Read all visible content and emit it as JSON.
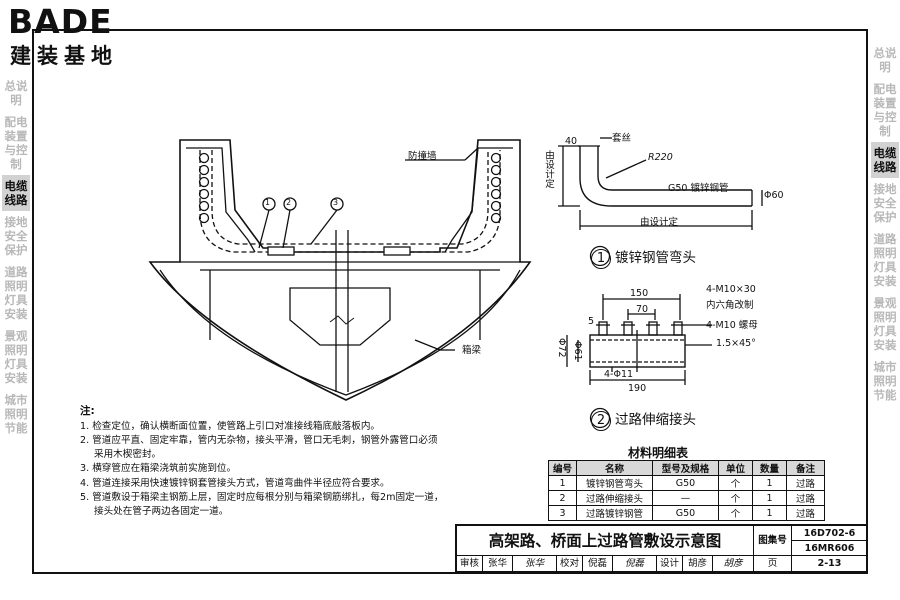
{
  "logo": {
    "brand": "BADE",
    "tagline": "建装基地"
  },
  "sidebar_left": [
    {
      "label": "总说明",
      "active": false
    },
    {
      "label": "配电装置与控制",
      "active": false
    },
    {
      "label": "电缆线路",
      "active": true
    },
    {
      "label": "接地安全保护",
      "active": false
    },
    {
      "label": "道路照明灯具安装",
      "active": false
    },
    {
      "label": "景观照明灯具安装",
      "active": false
    },
    {
      "label": "城市照明节能",
      "active": false
    }
  ],
  "sidebar_right": [
    {
      "label": "总说明",
      "active": false
    },
    {
      "label": "配电装置与控制",
      "active": false
    },
    {
      "label": "电缆线路",
      "active": true
    },
    {
      "label": "接地安全保护",
      "active": false
    },
    {
      "label": "道路照明灯具安装",
      "active": false
    },
    {
      "label": "景观照明灯具安装",
      "active": false
    },
    {
      "label": "城市照明节能",
      "active": false
    }
  ],
  "section": {
    "label_wall": "防撞墙",
    "label_girder": "箱梁",
    "markers": [
      "1",
      "2",
      "3"
    ]
  },
  "detail1": {
    "number": "1",
    "title": "镀锌钢管弯头",
    "label_wire": "套丝",
    "dim_40": "40",
    "radius": "R220",
    "pipe_spec": "G50 镀锌钢管",
    "dia": "Φ60",
    "vert_note": "由设计定",
    "horiz_note": "由设计定"
  },
  "detail2": {
    "number": "2",
    "title": "过路伸缩接头",
    "dim_150": "150",
    "dim_70": "70",
    "dim_5": "5",
    "screws": "4-M10×30",
    "screws_note": "内六角改制",
    "nuts": "4-M10 螺母",
    "chamfer": "1.5×45°",
    "holes": "4-Φ11",
    "dim_190": "190",
    "dia72": "Φ72",
    "dia61": "Φ61"
  },
  "notes": {
    "heading": "注:",
    "items": [
      "1. 检查定位，确认横断面位置，使管路上引口对准接线箱底敲落板内。",
      "2. 管道应平直、固定牢靠，管内无杂物，接头平滑，管口无毛刺，钢管外露管口必须采用木楔密封。",
      "3. 横穿管应在箱梁浇筑前实施到位。",
      "4. 管道连接采用快速镀锌钢套管接头方式，管道弯曲件半径应符合要求。",
      "5. 管道敷设于箱梁主钢筋上层，固定时应每根分别与箱梁钢筋绑扎，每2m固定一道，接头处在管子两边各固定一道。"
    ]
  },
  "materials": {
    "title": "材料明细表",
    "headers": [
      "编号",
      "名称",
      "型号及规格",
      "单位",
      "数量",
      "备注"
    ],
    "rows": [
      [
        "1",
        "镀锌钢管弯头",
        "G50",
        "个",
        "1",
        "过路"
      ],
      [
        "2",
        "过路伸缩接头",
        "—",
        "个",
        "1",
        "过路"
      ],
      [
        "3",
        "过路镀锌钢管",
        "G50",
        "个",
        "1",
        "过路"
      ]
    ]
  },
  "title_block": {
    "title": "高架路、桥面上过路管敷设示意图",
    "atlas_label": "图集号",
    "atlas_no_1": "16D702-6",
    "atlas_no_2": "16MR606",
    "review_label": "审核",
    "reviewer": "张华",
    "reviewer_sig": "张华",
    "check_label": "校对",
    "checker": "倪磊",
    "checker_sig": "倪磊",
    "design_label": "设计",
    "designer": "胡彦",
    "designer_sig": "胡彦",
    "page_label": "页",
    "page_no": "2-13"
  }
}
